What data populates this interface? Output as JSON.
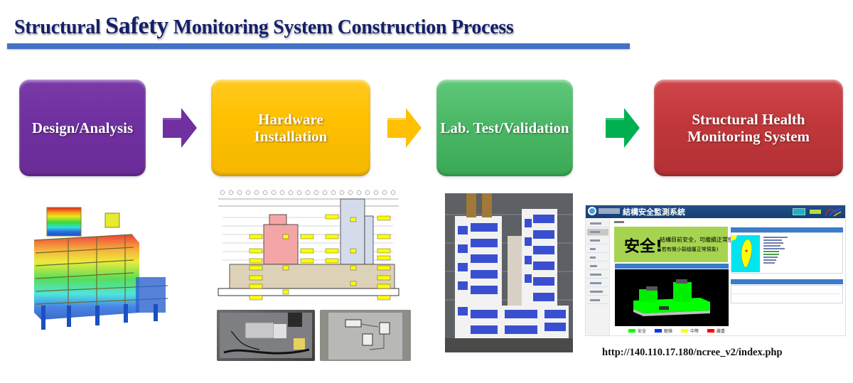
{
  "title": {
    "part1": "Structural ",
    "part2": "Safety",
    "part3": " Monitoring System Construction Process"
  },
  "colors": {
    "title": "#13206a",
    "rule": "#4472c4",
    "design": "#7030a0",
    "hardware": "#ffc000",
    "lab": "#4cb867",
    "shm": "#c0373b",
    "arrow_design": "#7030a0",
    "arrow_hardware": "#ffc000",
    "arrow_lab": "#00b050"
  },
  "steps": [
    {
      "label_line1": "Design/Analysis",
      "label_line2": ""
    },
    {
      "label_line1": "Hardware",
      "label_line2": "Installation"
    },
    {
      "label_line1": "Lab. Test/Validation",
      "label_line2": ""
    },
    {
      "label_line1": "Structural Health",
      "label_line2": "Monitoring System"
    }
  ],
  "images": {
    "fem_model": "Finite element model colored by displacement",
    "sensor_layout": "Elevation drawing with sensor locations",
    "hardware_photo_1": "Data acquisition unit installed in cabinet",
    "hardware_photo_2": "Sensors mounted on steel plate",
    "lab_photo": "Shake table test of building specimen"
  },
  "monitor_ui": {
    "header_title": "結構安全監測系統",
    "status_big": "安全!",
    "status_line1": "結構目前安全，可繼續正常使用",
    "status_line2": "(若有微小裂縫屬正常現象)",
    "legend": [
      {
        "label": "安全",
        "color": "#00ff00"
      },
      {
        "label": "輕微",
        "color": "#0033ff"
      },
      {
        "label": "中等",
        "color": "#ffff00"
      },
      {
        "label": "嚴重",
        "color": "#ff0000"
      }
    ]
  },
  "url": "http://140.110.17.180/ncree_v2/index.php"
}
